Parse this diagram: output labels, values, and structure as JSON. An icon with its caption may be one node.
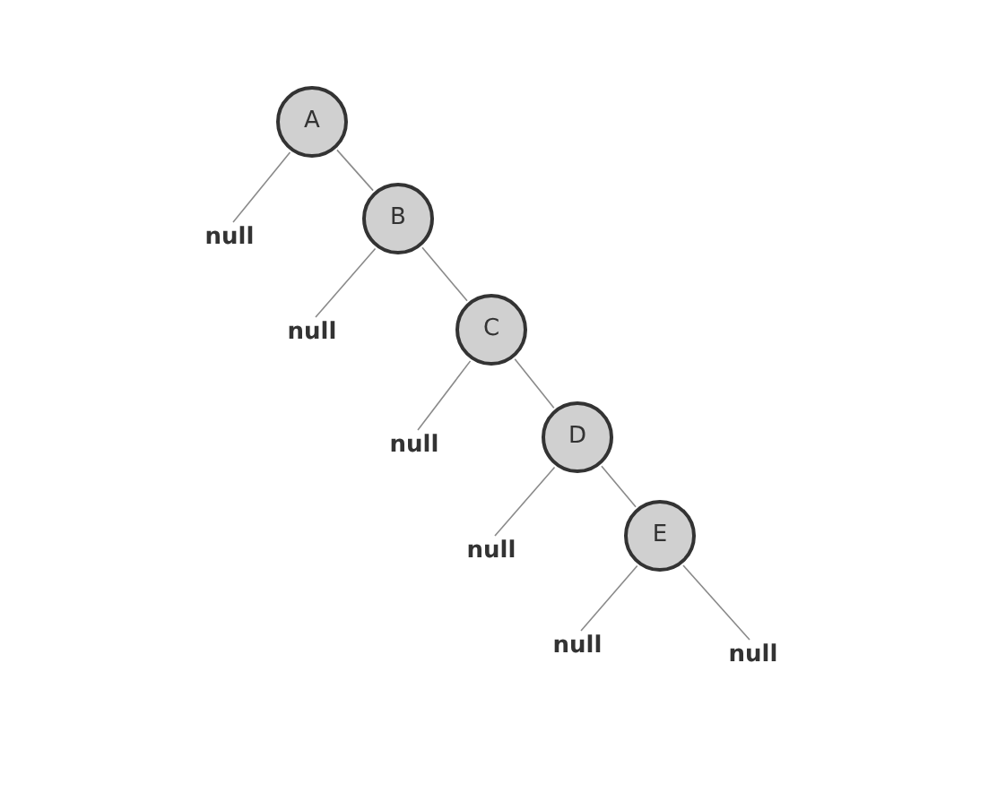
{
  "diagram": {
    "nodes": [
      {
        "text": [
          "A"
        ]
      },
      {
        "text": [
          "null"
        ]
      },
      {
        "text": [
          "B"
        ]
      },
      {
        "text": [
          "null"
        ]
      },
      {
        "text": [
          "C"
        ]
      },
      {
        "text": [
          "null"
        ]
      },
      {
        "text": [
          "D"
        ]
      },
      {
        "text": [
          "null"
        ]
      },
      {
        "text": [
          "E"
        ]
      },
      {
        "text": [
          "null"
        ]
      },
      {
        "text": [
          "null"
        ]
      }
    ],
    "edges": [
      {
        "from": 0,
        "to": 1,
        "arrow": "none"
      },
      {
        "from": 0,
        "to": 2,
        "arrow": "none"
      },
      {
        "from": 2,
        "to": 3,
        "arrow": "none"
      },
      {
        "from": 2,
        "to": 4,
        "arrow": "none"
      },
      {
        "from": 4,
        "to": 5,
        "arrow": "none"
      },
      {
        "from": 4,
        "to": 6,
        "arrow": "none"
      },
      {
        "from": 6,
        "to": 7,
        "arrow": "none"
      },
      {
        "from": 6,
        "to": 8,
        "arrow": "none"
      },
      {
        "from": 8,
        "to": 9,
        "arrow": "none"
      },
      {
        "from": 8,
        "to": 10,
        "arrow": "none"
      }
    ]
  }
}
